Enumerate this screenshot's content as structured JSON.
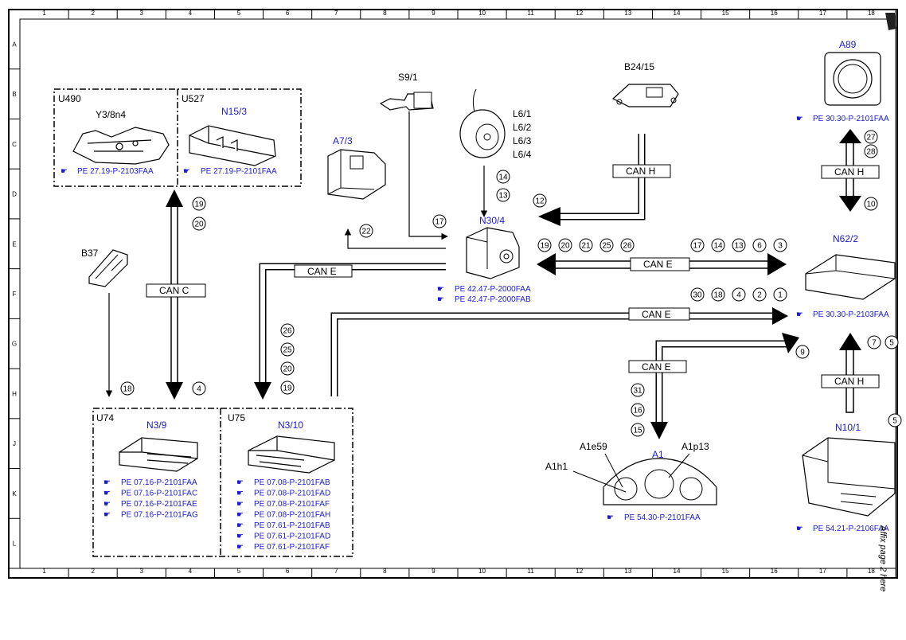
{
  "frame": {
    "columns": [
      "1",
      "2",
      "3",
      "4",
      "5",
      "6",
      "7",
      "8",
      "9",
      "10",
      "11",
      "12",
      "13",
      "14",
      "15",
      "16",
      "17",
      "18"
    ],
    "rows": [
      "A",
      "B",
      "C",
      "D",
      "E",
      "F",
      "G",
      "H",
      "J",
      "K",
      "L"
    ]
  },
  "groups": {
    "u490": "U490",
    "u527": "U527",
    "u74": "U74",
    "u75": "U75"
  },
  "components": {
    "y3_8n4": "Y3/8n4",
    "n15_3": "N15/3",
    "s9_1": "S9/1",
    "a7_3": "A7/3",
    "l6": [
      "L6/1",
      "L6/2",
      "L6/3",
      "L6/4"
    ],
    "b24_15": "B24/15",
    "a89": "A89",
    "b37": "B37",
    "n30_4": "N30/4",
    "n62_2": "N62/2",
    "n3_9": "N3/9",
    "n3_10": "N3/10",
    "a1": "A1",
    "a1e59": "A1e59",
    "a1p13": "A1p13",
    "a1h1": "A1h1",
    "n10_1": "N10/1"
  },
  "refs": {
    "u490": "PE 27.19-P-2103FAA",
    "u527": "PE 27.19-P-2101FAA",
    "a89": "PE 30.30-P-2101FAA",
    "n30_4": [
      "PE 42.47-P-2000FAA",
      "PE 42.47-P-2000FAB"
    ],
    "n62_2": "PE 30.30-P-2103FAA",
    "n3_9": [
      "PE 07.16-P-2101FAA",
      "PE 07.16-P-2101FAC",
      "PE 07.16-P-2101FAE",
      "PE 07.16-P-2101FAG"
    ],
    "n3_10": [
      "PE 07.08-P-2101FAB",
      "PE 07.08-P-2101FAD",
      "PE 07.08-P-2101FAF",
      "PE 07.08-P-2101FAH",
      "PE 07.61-P-2101FAB",
      "PE 07.61-P-2101FAD",
      "PE 07.61-P-2101FAF"
    ],
    "a1": "PE 54.30-P-2101FAA",
    "n10_1": "PE 54.21-P-2106FAA"
  },
  "buses": {
    "can_c": "CAN C",
    "can_e_left": "CAN E",
    "can_h_b24": "CAN H",
    "can_e_n30": "CAN E",
    "can_e_lower": "CAN E",
    "can_e_a1": "CAN E",
    "can_h_a89": "CAN H",
    "can_h_n10": "CAN H"
  },
  "signals": {
    "c19": "19",
    "c20": "20",
    "c4": "4",
    "c18": "18",
    "c22": "22",
    "c17": "17",
    "c14": "14",
    "c13": "13",
    "c12": "12",
    "n30_left": [
      "19",
      "20",
      "21",
      "25",
      "26"
    ],
    "n30_right": [
      "17",
      "14",
      "13",
      "6",
      "3"
    ],
    "lower_right": [
      "30",
      "18",
      "4",
      "2",
      "1"
    ],
    "u75_stack": [
      "26",
      "25",
      "20",
      "19"
    ],
    "c9": "9",
    "a1_stack": [
      "31",
      "16",
      "15"
    ],
    "c27": "27",
    "c28": "28",
    "c10": "10",
    "c7": "7",
    "c5": "5",
    "c5b": "5"
  },
  "margin_note": "Affix page 2 here"
}
